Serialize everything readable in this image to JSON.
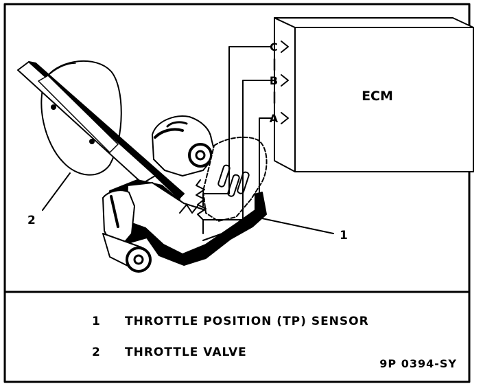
{
  "diagram": {
    "module_label": "ECM",
    "terminals": [
      {
        "label": "C"
      },
      {
        "label": "B"
      },
      {
        "label": "A"
      }
    ],
    "callouts": [
      {
        "label": "1"
      },
      {
        "label": "2"
      }
    ]
  },
  "legend": {
    "items": [
      {
        "number": "1",
        "text": "THROTTLE POSITION (TP) SENSOR"
      },
      {
        "number": "2",
        "text": "THROTTLE VALVE"
      }
    ]
  },
  "figure_id": "9P 0394-SY",
  "colors": {
    "ink": "#000000",
    "paper": "#ffffff"
  }
}
